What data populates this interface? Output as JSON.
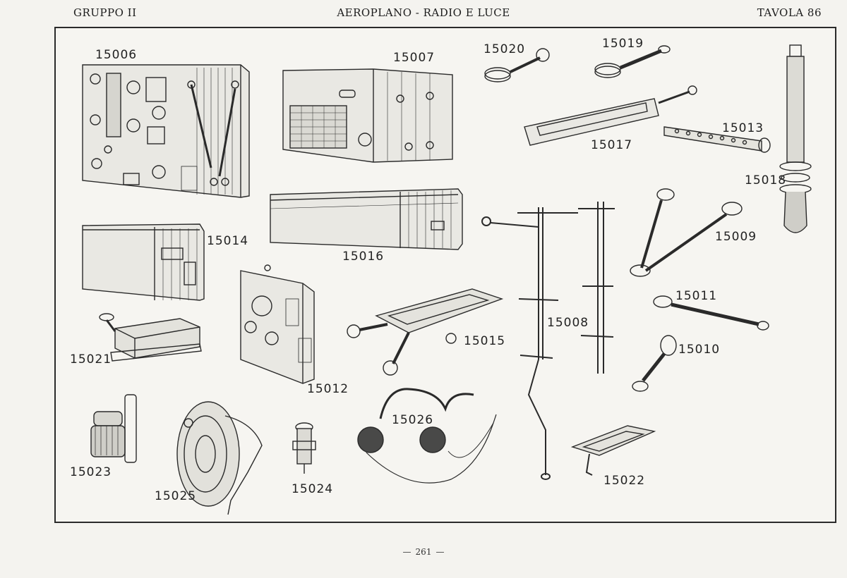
{
  "header": {
    "left": "GRUPPO II",
    "center": "AEROPLANO - RADIO E LUCE",
    "right": "TAVOLA 86"
  },
  "parts": [
    {
      "key": "p15006",
      "label": "15006"
    },
    {
      "key": "p15007",
      "label": "15007"
    },
    {
      "key": "p15020",
      "label": "15020"
    },
    {
      "key": "p15019",
      "label": "15019"
    },
    {
      "key": "p15017",
      "label": "15017"
    },
    {
      "key": "p15013",
      "label": "15013"
    },
    {
      "key": "p15018",
      "label": "15018"
    },
    {
      "key": "p15014",
      "label": "15014"
    },
    {
      "key": "p15016",
      "label": "15016"
    },
    {
      "key": "p15009",
      "label": "15009"
    },
    {
      "key": "p15011",
      "label": "15011"
    },
    {
      "key": "p15008",
      "label": "15008"
    },
    {
      "key": "p15015",
      "label": "15015"
    },
    {
      "key": "p15021",
      "label": "15021"
    },
    {
      "key": "p15012",
      "label": "15012"
    },
    {
      "key": "p15010",
      "label": "15010"
    },
    {
      "key": "p15026",
      "label": "15026"
    },
    {
      "key": "p15023",
      "label": "15023"
    },
    {
      "key": "p15025",
      "label": "15025"
    },
    {
      "key": "p15024",
      "label": "15024"
    },
    {
      "key": "p15022",
      "label": "15022"
    }
  ],
  "footer": {
    "page_number": "261",
    "dash": "—"
  },
  "colors": {
    "ink": "#1c1c1c",
    "paper": "#f4f3ef"
  }
}
